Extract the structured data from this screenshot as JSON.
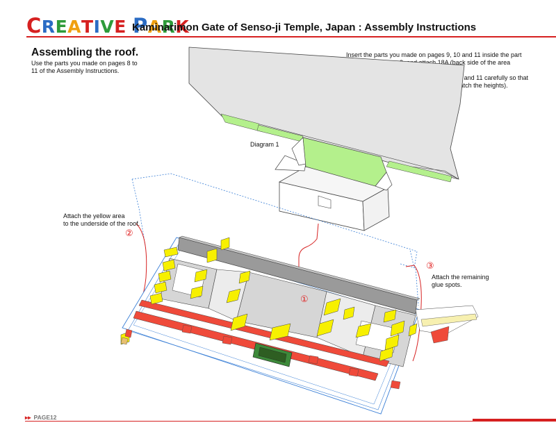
{
  "header": {
    "logo_letters": [
      "C",
      "R",
      "E",
      "A",
      "T",
      "I",
      "V",
      "E",
      " ",
      "P",
      "A",
      "R",
      "K"
    ],
    "logo_colors": [
      "#d62020",
      "#2b6cc4",
      "#2e9b3a",
      "#f0a010",
      "#d62020",
      "#2b6cc4",
      "#2e9b3a",
      "#d62020",
      "#ffffff",
      "#2b6cc4",
      "#f0a010",
      "#2e9b3a",
      "#d62020"
    ],
    "title": "Kaminarimon Gate of Senso-ji Temple, Japan : Assembly Instructions"
  },
  "section": {
    "title": "Assembling the roof.",
    "subtitle": "Use the parts you made on pages 8 to 11 of the Assembly Instructions."
  },
  "instructions": [
    "Insert the parts you made on pages 9, 10 and 11 inside the part you made on page 8, and attach 18A (back side of the area colored green in diagram 1).",
    "Attach the parts you made on pages 9, 10 and 11 carefully so that the left and right sides are not uneven (match the heights)."
  ],
  "labels": {
    "diagram": "Diagram 1",
    "yellow_area_line1": "Attach the yellow area",
    "yellow_area_line2": "to the underside of the roof.",
    "remaining_line1": "Attach the remaining",
    "remaining_line2": "glue spots."
  },
  "markers": {
    "step1": "①",
    "step2": "②",
    "step3": "③"
  },
  "footer": {
    "page": "PAGE12"
  },
  "colors": {
    "accent_red": "#d62020",
    "glue_yellow": "#f7f000",
    "glue_green": "#b4f08c",
    "wall_grey": "#d6d6d6",
    "outline_blue": "#3a7fd6"
  }
}
